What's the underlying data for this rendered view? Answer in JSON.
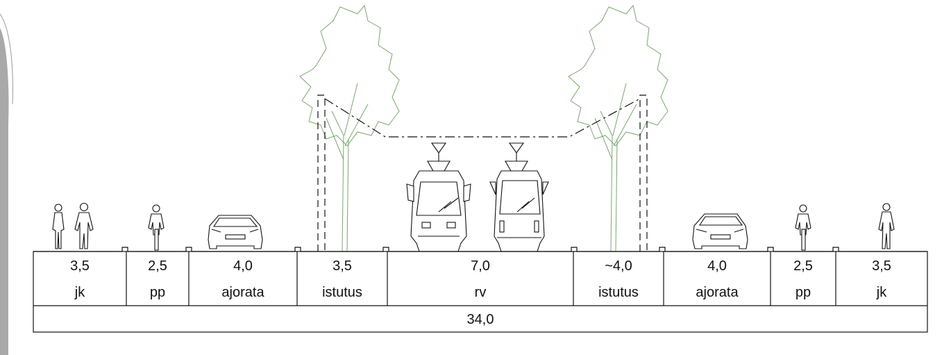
{
  "segments": [
    {
      "width": "3,5",
      "code": "jk"
    },
    {
      "width": "2,5",
      "code": "pp"
    },
    {
      "width": "4,0",
      "code": "ajorata"
    },
    {
      "width": "3,5",
      "code": "istutus"
    },
    {
      "width": "7,0",
      "code": "rv"
    },
    {
      "width": "~4,0",
      "code": "istutus"
    },
    {
      "width": "4,0",
      "code": "ajorata"
    },
    {
      "width": "2,5",
      "code": "pp"
    },
    {
      "width": "3,5",
      "code": "jk"
    }
  ],
  "total_width": "34,0",
  "colors": {
    "line": "#111111",
    "tree": "#7aa66e",
    "side_strip": "#a9a9a9"
  }
}
